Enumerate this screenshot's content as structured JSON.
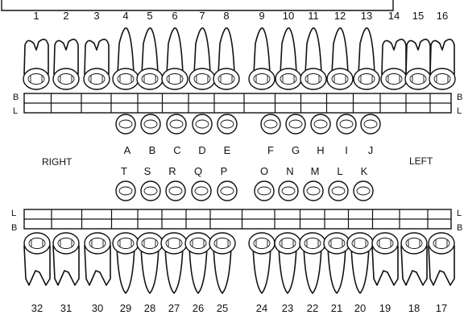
{
  "chart": {
    "permanent_upper_numbers": [
      "1",
      "2",
      "3",
      "4",
      "5",
      "6",
      "7",
      "8",
      "9",
      "10",
      "11",
      "12",
      "13",
      "14",
      "15",
      "16"
    ],
    "permanent_lower_numbers": [
      "32",
      "31",
      "30",
      "29",
      "28",
      "27",
      "26",
      "25",
      "24",
      "23",
      "22",
      "21",
      "20",
      "19",
      "18",
      "17"
    ],
    "primary_upper_letters": [
      "A",
      "B",
      "C",
      "D",
      "E",
      "F",
      "G",
      "H",
      "I",
      "J"
    ],
    "primary_lower_letters": [
      "T",
      "S",
      "R",
      "Q",
      "P",
      "O",
      "N",
      "M",
      "L",
      "K"
    ],
    "side_labels": {
      "right": "RIGHT",
      "left": "LEFT"
    },
    "upper_strip_labels": {
      "top": "B",
      "bottom": "L"
    },
    "lower_strip_labels": {
      "top": "L",
      "bottom": "B"
    }
  }
}
